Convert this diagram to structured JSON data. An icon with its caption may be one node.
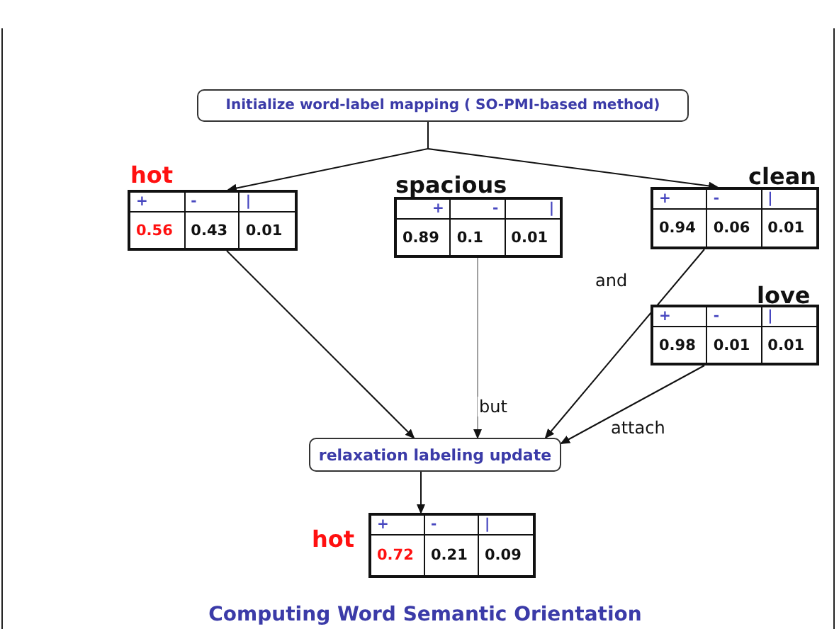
{
  "diagram": {
    "caption": "Computing Word Semantic Orientation",
    "nodes": [
      {
        "text": [
          "Initialize word-label mapping ( SO-PMI-based method)"
        ]
      },
      {
        "text": [
          "hot",
          "+",
          "-",
          "|",
          "0.56",
          "0.43",
          "0.01"
        ]
      },
      {
        "text": [
          "spacious",
          "+",
          "-",
          "|",
          "0.89",
          "0.1",
          "0.01"
        ]
      },
      {
        "text": [
          "clean",
          "+",
          "-",
          "|",
          "0.94",
          "0.06",
          "0.01"
        ]
      },
      {
        "text": [
          "love",
          "+",
          "-",
          "|",
          "0.98",
          "0.01",
          "0.01"
        ]
      },
      {
        "text": [
          "relaxation labeling update"
        ]
      },
      {
        "text": [
          "hot",
          "+",
          "-",
          "|",
          "0.72",
          "0.21",
          "0.09"
        ]
      }
    ],
    "edges": [
      {
        "from": 0,
        "to": 1,
        "arrow": "to"
      },
      {
        "from": 0,
        "to": 3,
        "arrow": "to"
      },
      {
        "from": 1,
        "to": 5,
        "arrow": "to"
      },
      {
        "from": 2,
        "to": 5,
        "arrow": "to",
        "label": "but",
        "color": "#a0a0a0"
      },
      {
        "from": 3,
        "to": 5,
        "arrow": "to",
        "label": "and"
      },
      {
        "from": 4,
        "to": 5,
        "arrow": "to",
        "label": "attach"
      },
      {
        "from": 5,
        "to": 6,
        "arrow": "to"
      }
    ]
  }
}
